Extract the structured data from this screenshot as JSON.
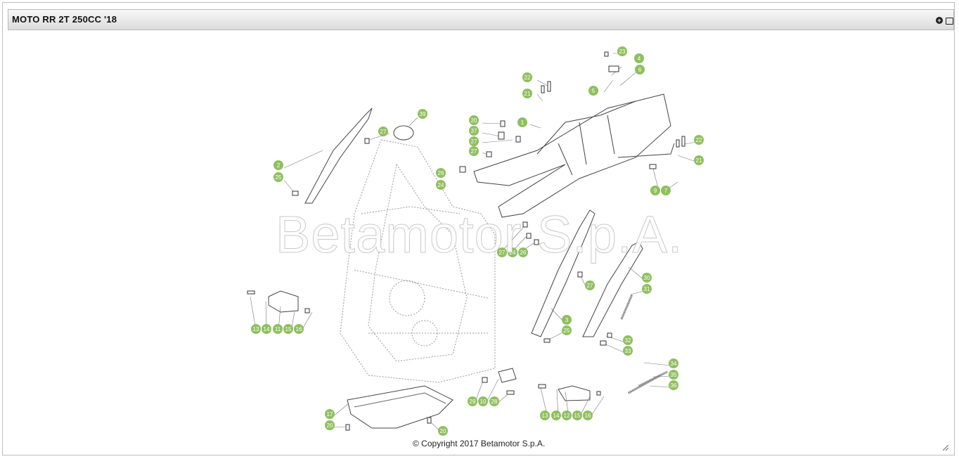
{
  "panel": {
    "title": "MOTO RR 2T 250CC '18",
    "expand_icon": "plus-circle-icon",
    "popout_icon": "window-icon"
  },
  "diagram": {
    "watermark": "Betamotor S.p.A.",
    "copyright": "© Copyright 2017 Betamotor S.p.A.",
    "label_color": "#8fbf5f",
    "labels": [
      "23",
      "4",
      "6",
      "5",
      "22",
      "21",
      "20",
      "37",
      "27",
      "27",
      "1",
      "26",
      "24",
      "39",
      "27",
      "2",
      "25",
      "22",
      "21",
      "9",
      "7",
      "27",
      "24",
      "26",
      "27",
      "30",
      "31",
      "3",
      "25",
      "32",
      "33",
      "34",
      "35",
      "36",
      "13",
      "14",
      "11",
      "15",
      "16",
      "17",
      "20",
      "20",
      "29",
      "10",
      "28",
      "13",
      "14",
      "12",
      "15",
      "16"
    ]
  }
}
